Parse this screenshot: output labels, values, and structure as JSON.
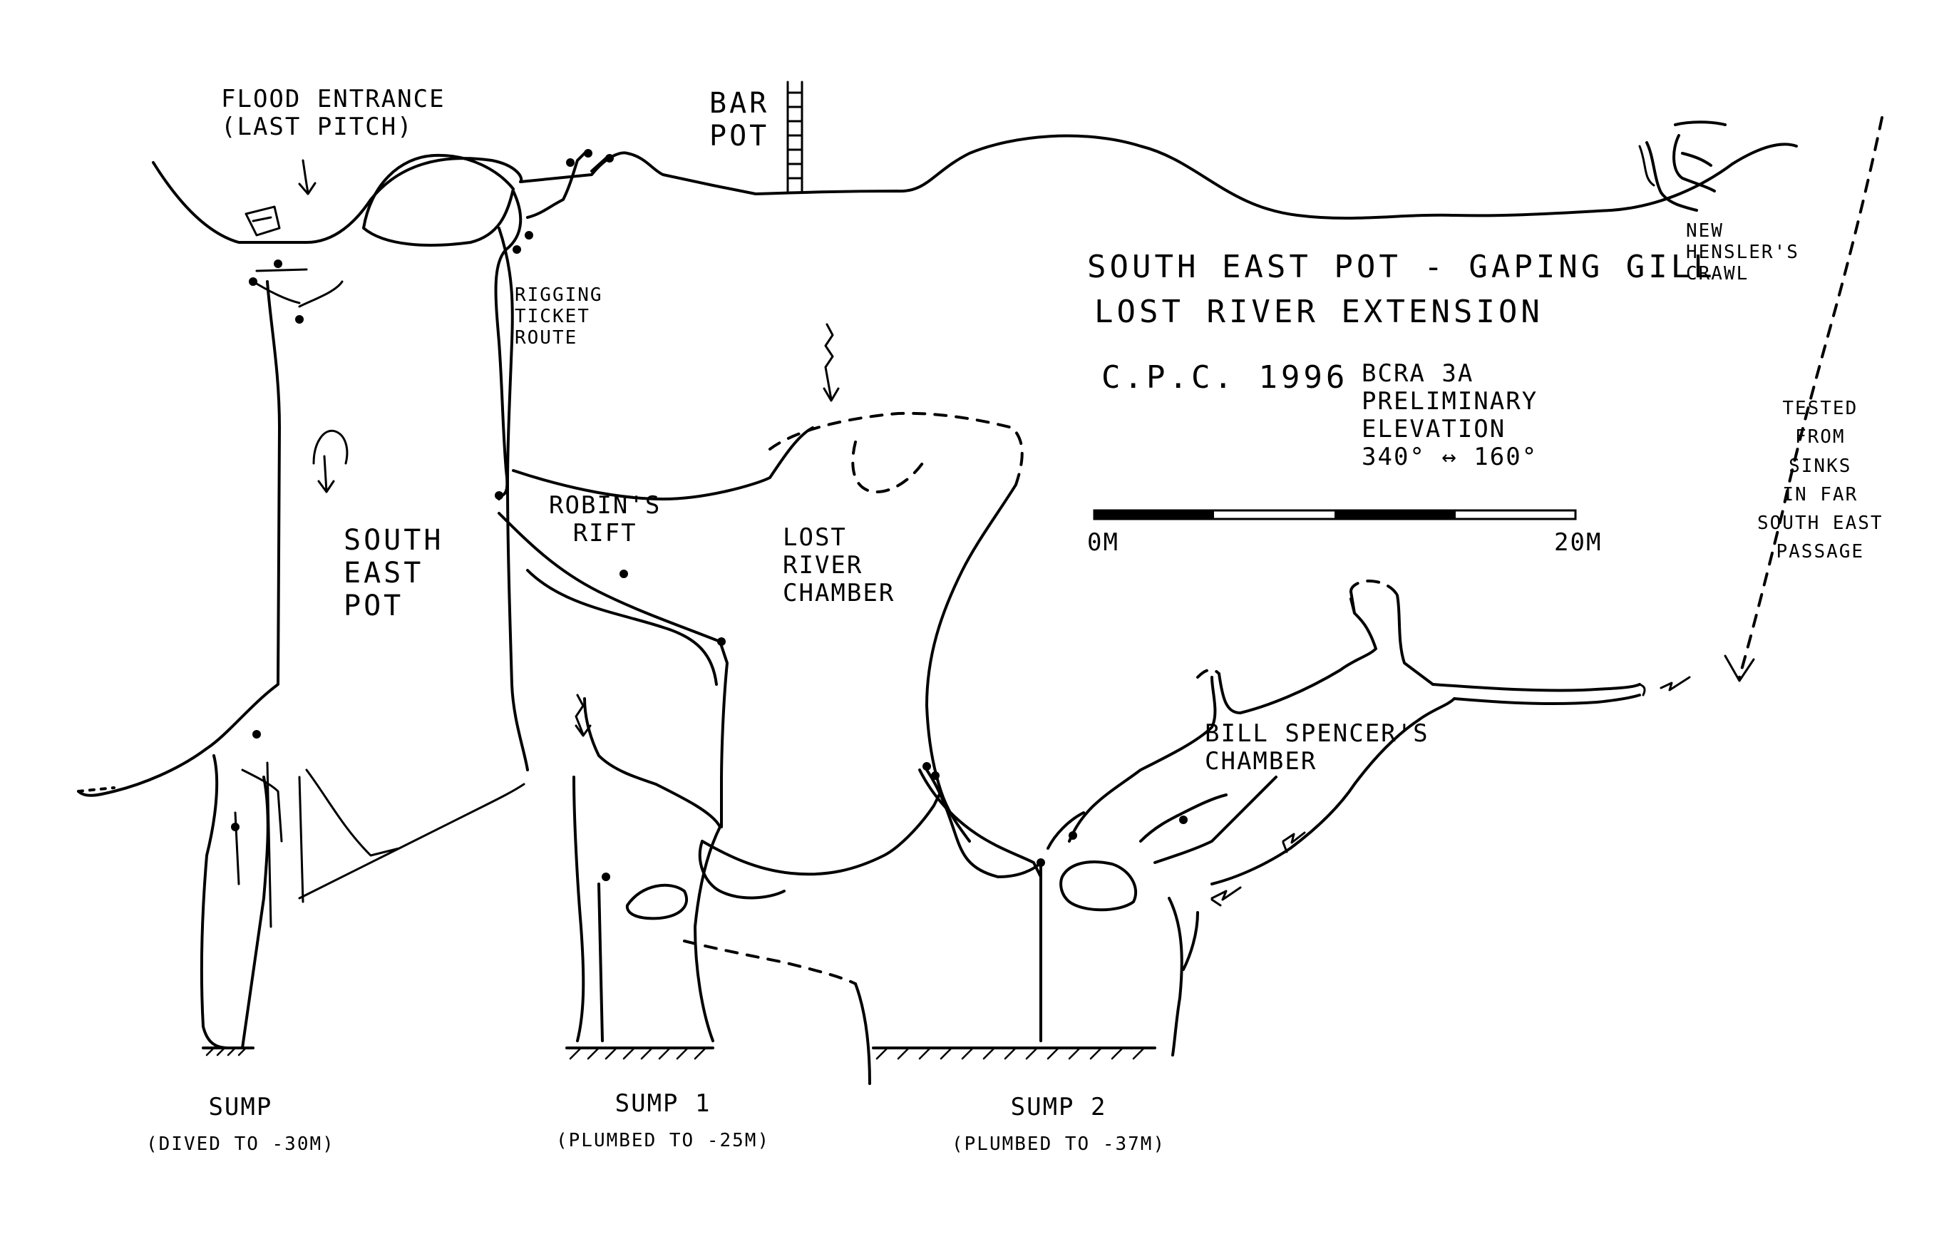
{
  "title": {
    "line1": "SOUTH EAST POT - GAPING GILL",
    "line2": "LOST RIVER EXTENSION",
    "club": "C.P.C. 1996",
    "grade": "BCRA 3a",
    "status1": "PRELIMINARY",
    "status2": "ELEVATION",
    "bearing": "340° ↔ 160°"
  },
  "scale_bar": {
    "start_label": "0m",
    "end_label": "20m"
  },
  "labels": {
    "flood_entrance": [
      "FLOOD ENTRANCE",
      "(LAST PITCH)"
    ],
    "bar_pot": [
      "BAR",
      "POT"
    ],
    "rigging": [
      "RIGGING",
      "TICKET",
      "ROUTE"
    ],
    "south_east_pot": [
      "SOUTH",
      "EAST",
      "POT"
    ],
    "robins_rift": [
      "ROBIN'S",
      "RIFT"
    ],
    "lost_river_chamber": [
      "LOST",
      "RIVER",
      "CHAMBER"
    ],
    "new_henslers": [
      "NEW",
      "HENSLER'S",
      "CRAWL"
    ],
    "tested": [
      "TESTED",
      "FROM",
      "SINKS",
      "IN FAR",
      "SOUTH EAST",
      "PASSAGE"
    ],
    "bill_spencers": [
      "BILL SPENCER'S",
      "CHAMBER"
    ],
    "sump": [
      "SUMP",
      "(DIVED TO -30m)"
    ],
    "sump1": [
      "SUMP 1",
      "(PLUMBED TO -25m)"
    ],
    "sump2": [
      "SUMP 2",
      "(PLUMBED TO -37m)"
    ]
  },
  "line_color": "#000000",
  "background": "#ffffff"
}
